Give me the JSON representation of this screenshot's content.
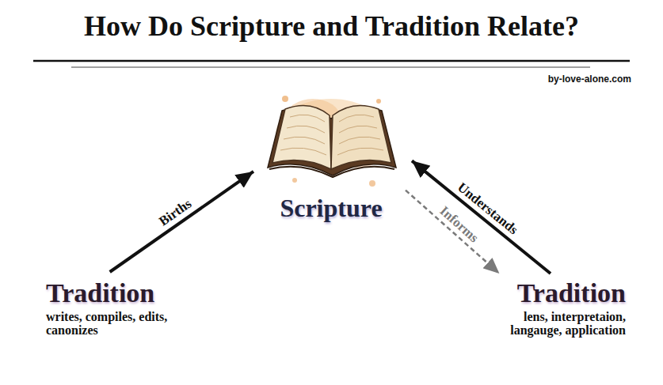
{
  "diagram": {
    "title": "How Do Scripture and Tradition Relate?",
    "nodes": [
      {
        "text": [
          "Scripture"
        ]
      },
      {
        "text": [
          "Tradition",
          "writes, compiles, edits, canonizes"
        ]
      },
      {
        "text": [
          "Tradition",
          "lens, interpretaion, langauge, application"
        ]
      }
    ],
    "edges": [
      {
        "from": 1,
        "to": 0,
        "label": "Births",
        "arrow": "to"
      },
      {
        "from": 2,
        "to": 0,
        "label": "Understands",
        "arrow": "to"
      },
      {
        "from": 0,
        "to": 2,
        "label": "Informs",
        "arrow": "to"
      }
    ],
    "labels": [
      "by-love-alone.com"
    ]
  }
}
